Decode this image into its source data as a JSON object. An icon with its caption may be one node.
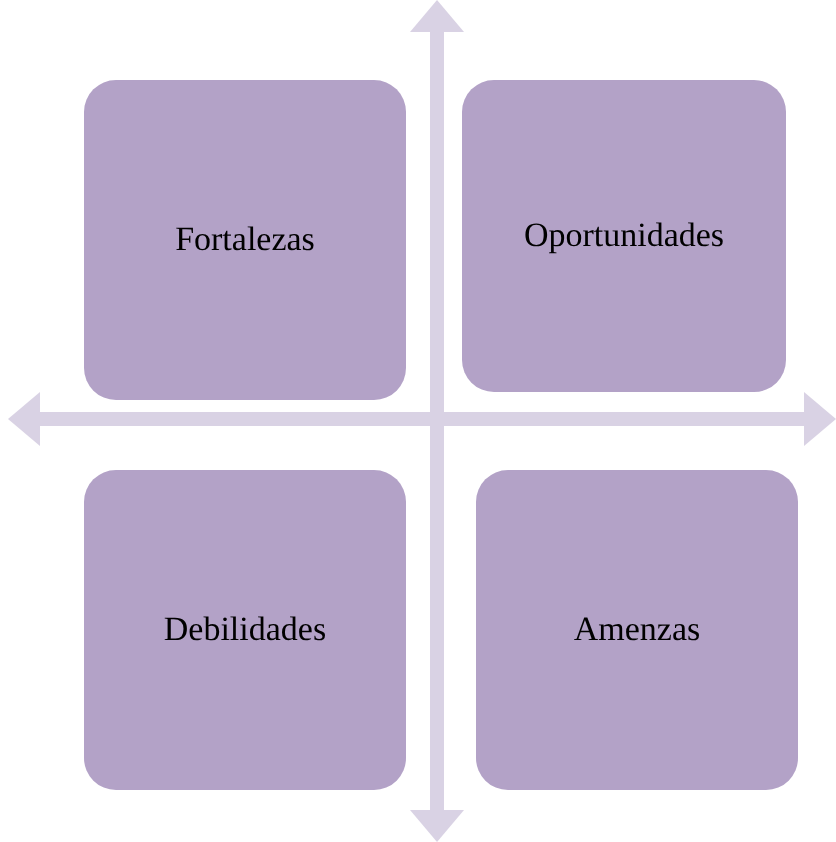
{
  "diagram": {
    "nodes": [
      {
        "text": [
          "Fortalezas"
        ]
      },
      {
        "text": [
          "Oportunidades"
        ]
      },
      {
        "text": [
          "Debilidades"
        ]
      },
      {
        "text": [
          "Amenzas"
        ]
      }
    ]
  }
}
